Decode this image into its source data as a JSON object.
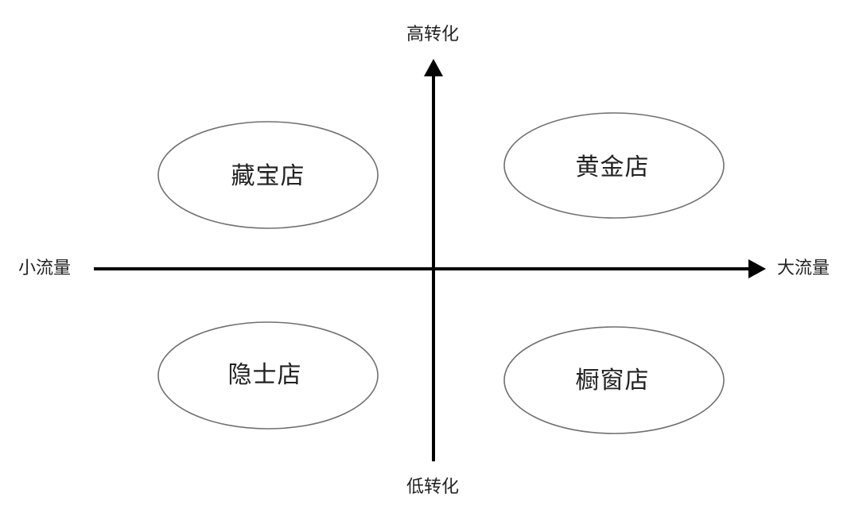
{
  "axes": {
    "top_label": "高转化",
    "bottom_label": "低转化",
    "left_label": "小流量",
    "right_label": "大流量"
  },
  "quadrants": {
    "top_left": "藏宝店",
    "top_right": "黄金店",
    "bottom_left": "隐士店",
    "bottom_right": "橱窗店"
  },
  "colors": {
    "axis": "#000000",
    "ellipse_stroke": "#707070",
    "text": "#222222"
  }
}
